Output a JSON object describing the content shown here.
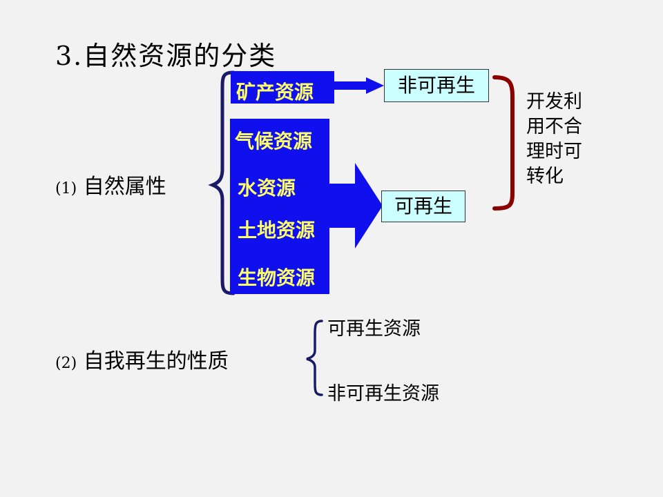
{
  "title": "3.自然资源的分类",
  "section1": {
    "num": "(1)",
    "label": "自然属性",
    "resources": [
      "矿产资源",
      "气候资源",
      "水资源",
      "土地资源",
      "生物资源"
    ],
    "non_renewable": "非可再生",
    "renewable": "可再生",
    "note_lines": [
      "开发利",
      "用不合",
      "理时可",
      "转化"
    ]
  },
  "section2": {
    "num": "(2)",
    "label": "自我再生的性质",
    "items": [
      "可再生资源",
      "非可再生资源"
    ]
  },
  "colors": {
    "background": "#f2f2f2",
    "resource_fill": "#1010ee",
    "resource_text": "#ffff66",
    "output_fill": "#ccffff",
    "right_brace": "#8b0000",
    "left_brace": "#1a1a66"
  }
}
